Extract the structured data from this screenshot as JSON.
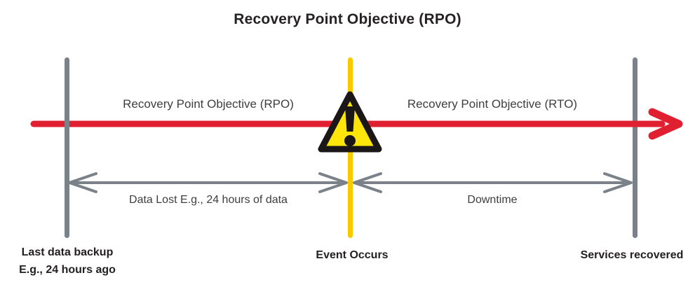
{
  "title": "Recovery Point Objective (RPO)",
  "timeline": {
    "rpo_label": "Recovery Point Objective (RPO)",
    "rto_label": "Recovery Point Objective (RTO)"
  },
  "spans": {
    "data_lost": "Data Lost E.g., 24 hours of data",
    "downtime": "Downtime"
  },
  "milestones": {
    "backup_title": "Last data backup",
    "backup_subtitle": "E.g., 24 hours ago",
    "event": "Event Occurs",
    "recovered": "Services recovered"
  },
  "icons": {
    "warning": "warning-triangle-icon",
    "timeline": "red-arrow-right-icon",
    "span_left": "double-headed-arrow-icon",
    "span_right": "double-headed-arrow-icon"
  },
  "colors": {
    "timeline_red": "#e01f31",
    "marker_gray": "#7a8189",
    "event_yellow": "#f8cb00",
    "warning_fill": "#ffe60a",
    "warning_border": "#1b1718",
    "heading_text": "#262223",
    "label_text": "#3e3e40"
  }
}
